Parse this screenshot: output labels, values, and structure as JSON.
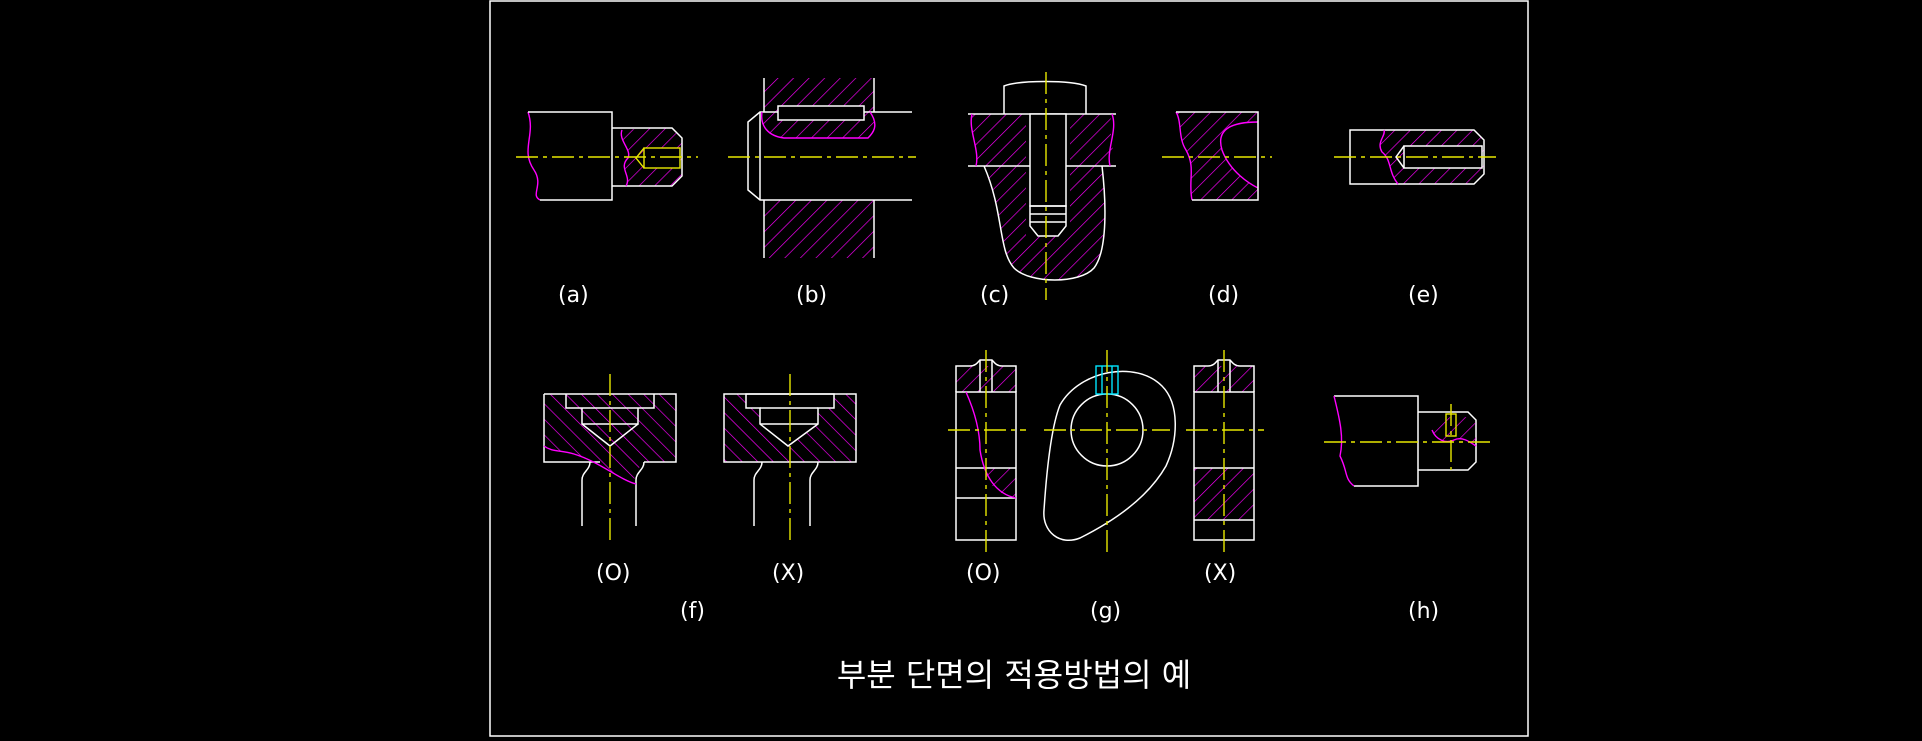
{
  "title": "부분 단면의 적용방법의 예",
  "colors": {
    "background": "#000000",
    "outline": "#ffffff",
    "hatch": "#ff00ff",
    "center_line": "#e8e800",
    "thread_highlight": "#00e5ff"
  },
  "labels": {
    "a": "(a)",
    "b": "(b)",
    "c": "(c)",
    "d": "(d)",
    "e": "(e)",
    "f_good": "(O)",
    "f_bad": "(X)",
    "f": "(f)",
    "g_good": "(O)",
    "g_bad": "(X)",
    "g": "(g)",
    "h": "(h)"
  }
}
